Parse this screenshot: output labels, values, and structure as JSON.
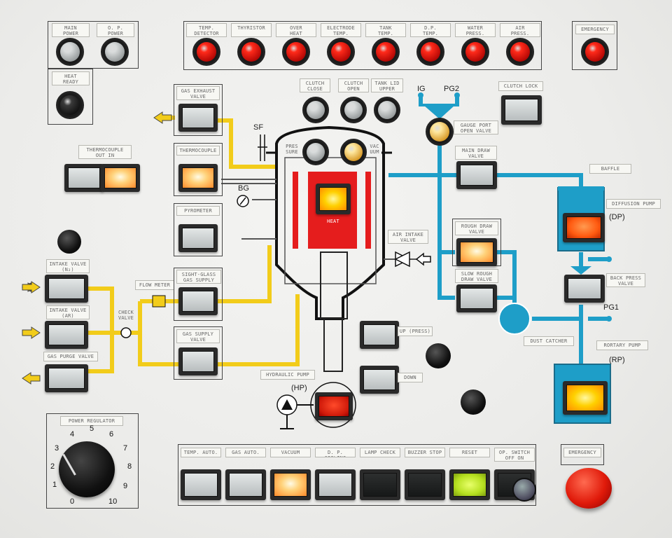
{
  "panel": {
    "top_indicators": {
      "main_power": "MAIN\nPOWER",
      "op_power": "O. P.\nPOWER",
      "heat_ready": "HEAT\nREADY",
      "temp_detector": "TEMP.\nDETECTOR",
      "thyristor": "THYRISTOR",
      "over_heat": "OVER\nHEAT",
      "electrode_temp": "ELECTRODE\nTEMP.",
      "tank_temp": "TANK\nTEMP.",
      "dp_temp": "D.P.\nTEMP.",
      "water_press": "WATER\nPRESS.",
      "air_press": "AIR\nPRESS.",
      "emergency": "EMERGENCY"
    },
    "chamber": {
      "clutch_close": "CLUTCH\nCLOSE",
      "clutch_open": "CLUTCH\nOPEN",
      "tank_lid_upper": "TANK LID\nUPPER",
      "clutch_lock": "CLUTCH LOCK",
      "gauge_port_open_valve": "GAUGE PORT\nOPEN VALVE",
      "pressure": "PRES\nSURE",
      "vacuum": "VAC\nUUM",
      "heat": "HEAT",
      "sf": "SF",
      "bg": "BG",
      "ig": "IG",
      "pg2": "PG2"
    },
    "left_controls": {
      "gas_exhaust_valve": "GAS EXHAUST\nVALVE",
      "thermocouple_out_in": "THERMOCOUPLE\nOUT         IN",
      "thermocouple": "THERMOCOUPLE",
      "pyrometer": "PYROMETER",
      "intake_valve_n2": "INTAKE VALVE\n(N₂)",
      "intake_valve_ar": "INTAKE VALVE\n(Ar)",
      "gas_purge_valve": "GAS PURGE VALVE",
      "flow_meter": "FLOW METER",
      "check_valve": "CHECK\nVALVE",
      "sight_glass_gas_supply_valve": "SIGHT-GLASS\nGAS SUPPLY VALVE",
      "gas_supply_valve": "GAS SUPPLY\nVALVE"
    },
    "center_controls": {
      "air_intake_valve": "AIR INTAKE\nVALVE",
      "up_press": "UP (PRESS)",
      "down": "DOWN",
      "hydraulic_pump": "HYDRAULIC PUMP",
      "hp": "(HP)"
    },
    "right_controls": {
      "main_draw_valve": "MAIN DRAW\nVALVE",
      "baffle": "BAFFLE",
      "diffusion_pump": "DIFFUSION PUMP",
      "dp": "(DP)",
      "rough_draw_valve": "ROUGH DRAW\nVALVE",
      "slow_rough_draw_valve": "SLOW ROUGH\nDRAW VALVE",
      "back_press_valve": "BACK PRESS\nVALVE",
      "pg1": "PG1",
      "dust_catcher": "DUST CATCHER",
      "rortary_pump": "RORTARY PUMP",
      "rp": "(RP)"
    },
    "power_regulator": {
      "label": "POWER REGULATOR",
      "scale": [
        "0",
        "1",
        "2",
        "3",
        "4",
        "5",
        "6",
        "7",
        "8",
        "9",
        "10"
      ]
    },
    "bottom_row": {
      "temp_auto": "TEMP. AUTO.",
      "gas_auto": "GAS AUTO.",
      "vacuum": "VACUUM",
      "dp_cooling": "D. P. COOLING",
      "lamp_check": "LAMP CHECK",
      "buzzer_stop": "BUZZER STOP",
      "reset": "RESET",
      "op_switch": "OP. SWITCH\nOFF     ON",
      "emergency": "EMERGENCY"
    },
    "colors": {
      "pipe_yellow": "#f2cc1a",
      "pipe_blue": "#1e9ec8",
      "heater_red": "#e51d1d",
      "lamp_red": "#ff2a1a"
    }
  }
}
